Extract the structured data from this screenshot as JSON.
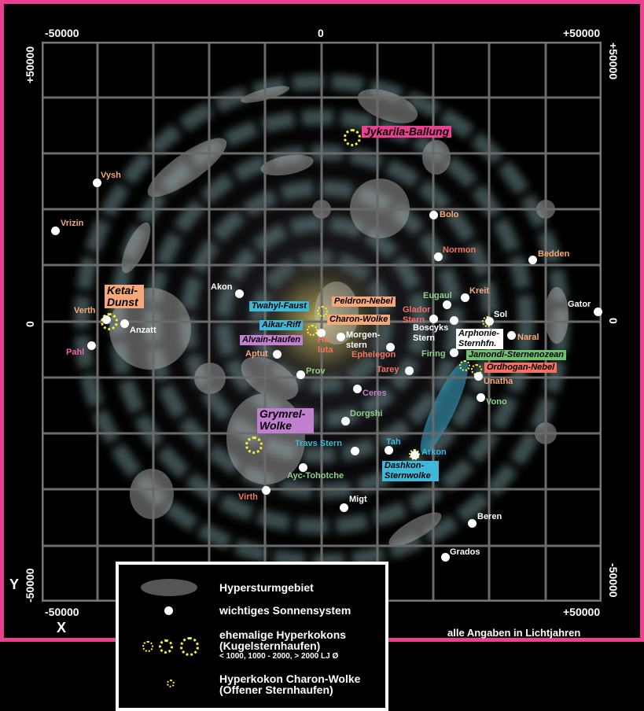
{
  "axes": {
    "top_left": "-50000",
    "top_mid": "0",
    "top_right": "+50000",
    "left_top": "+50000",
    "left_mid": "0",
    "left_bottom": "-50000",
    "right_top": "+50000",
    "right_mid": "0",
    "right_bottom": "-50000",
    "bottom_left": "-50000",
    "bottom_right": "+50000",
    "y_label": "Y",
    "x_label": "X",
    "unit_note": "alle Angaben in Lichtjahren"
  },
  "colors": {
    "frame": "#ec3f8f",
    "peach": "#f6a878",
    "salmon": "#f27360",
    "green": "#8fd08a",
    "cyan": "#3fb8d8",
    "violet": "#c27fd0",
    "pink": "#f060a8",
    "cluster": "#f5f03a"
  },
  "systems": [
    "Vysh",
    "Vrizin",
    "Bolo",
    "Normon",
    "Bedden",
    "Akon",
    "Kreit",
    "Eugaul",
    "Gator",
    "Verth",
    "Anzatt",
    "Sol",
    "Glador\nStern",
    "Boscyks\nStern",
    "Naral",
    "Ha-\nluta",
    "Morgen-\nstern",
    "Pahl",
    "Aptut",
    "Ephelegon",
    "Firing",
    "Tarey",
    "Prov",
    "Unatha",
    "Ceres",
    "Vono",
    "Dorgshi",
    "Travs Stern",
    "Tah",
    "Arkon",
    "Ayc-Tohotche",
    "Virth",
    "Migt",
    "Beren",
    "Grados"
  ],
  "regions": {
    "jykarila": "Jykarila-Ballung",
    "ketai": "Ketai-Dunst",
    "twahyl": "Twahyl-Faust",
    "peldron": "Peldron-Nebel",
    "charon": "Charon-Wolke",
    "aikar": "Aikar-Riff",
    "alvain": "Alvain-Haufen",
    "arphonie": "Arphonie-Sternhfn.",
    "jamondi": "Jamondi-Sternenozean",
    "ordhogan": "Ordhogan-Nebel",
    "grymrel": "Grymrel-Wolke",
    "dashkon": "Dashkon-Sternwolke"
  },
  "legend": {
    "hyperstorm": "Hypersturmgebiet",
    "system": "wichtiges Sonnensystem",
    "hyperkokons_1": "ehemalige Hyperkokons",
    "hyperkokons_2": "(Kugelsternhaufen)",
    "hyperkokons_sizes": "< 1000, 1000 - 2000, > 2000 LJ Ø",
    "charon_1": "Hyperkokon Charon-Wolke",
    "charon_2": "(Offener Sternhaufen)"
  }
}
